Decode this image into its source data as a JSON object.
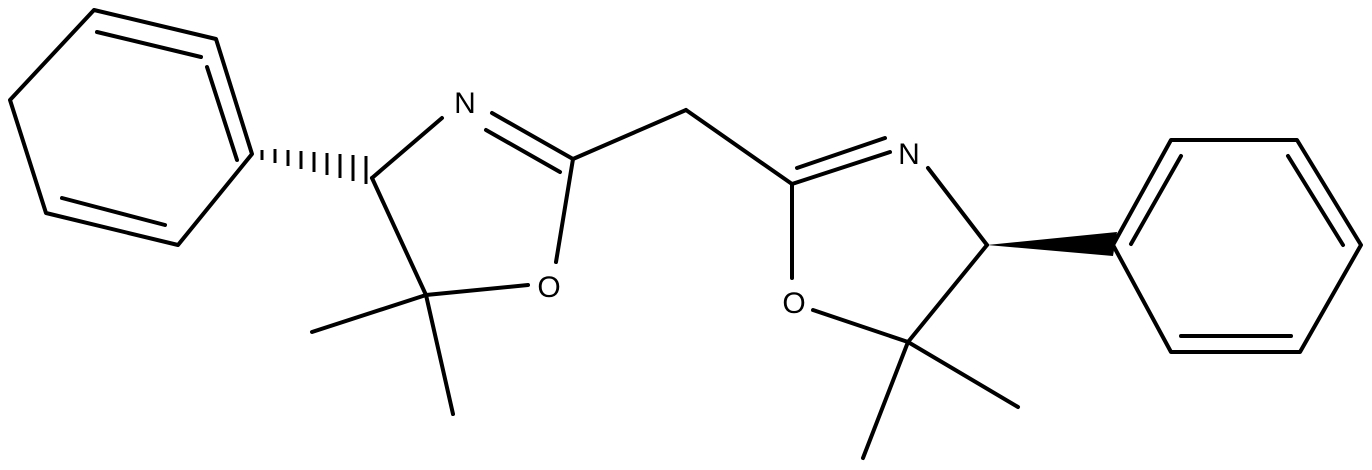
{
  "molecule": {
    "atom_labels": {
      "n_left": "N",
      "o_left": "O",
      "n_right": "N",
      "o_right": "O"
    },
    "colors": {
      "bond": "#000000",
      "background": "#ffffff"
    }
  }
}
